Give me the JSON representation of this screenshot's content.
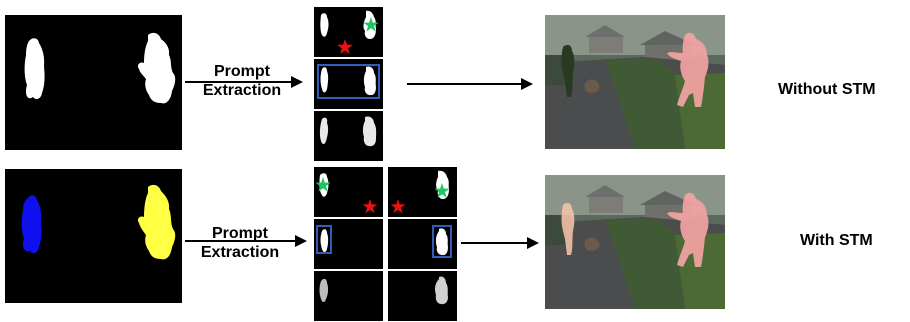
{
  "rows": [
    {
      "id": "without",
      "prompt_line1": "Prompt",
      "prompt_line2": "Extraction",
      "result_label": "Without STM",
      "mask_colors": {
        "left": "#ffffff",
        "right": "#ffffff"
      },
      "overlay_colors": {
        "right": "#f2a3a3"
      }
    },
    {
      "id": "with",
      "prompt_line1": "Prompt",
      "prompt_line2": "Extraction",
      "result_label": "With STM",
      "mask_colors": {
        "left": "#1010ee",
        "right": "#ffff44"
      },
      "overlay_colors": {
        "left": "#f2c0a8",
        "right": "#f2a3a3"
      }
    }
  ],
  "prompt_markers": {
    "positive_point": "green-star",
    "negative_point": "red-star",
    "box": "blue-box"
  },
  "colors": {
    "positive_point": "#1fc463",
    "negative_point": "#ee1111",
    "box": "#2f5db8",
    "arrow": "#000000"
  }
}
